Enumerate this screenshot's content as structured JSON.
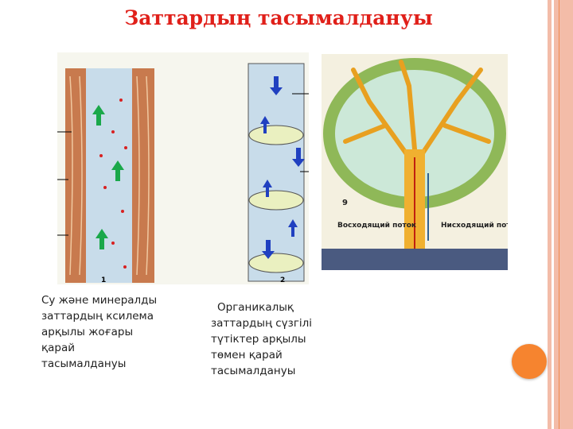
{
  "title": "Заттардың тасымалдануы",
  "figure1": {
    "number": "1",
    "caption": "Су және минералды заттардың ксилема арқылы жоғары қарай тасымалдануы"
  },
  "figure2": {
    "number": "2",
    "caption": "Органикалық заттардың сүзгілі түтіктер арқылы төмен қарай тасымалдануы"
  },
  "tree": {
    "label_num": "9",
    "ascending": "Восходящий поток",
    "descending": "Нисходящий поток"
  },
  "colors": {
    "title": "#e0201a",
    "accent": "#f6842f",
    "border": "#f3bca8"
  }
}
